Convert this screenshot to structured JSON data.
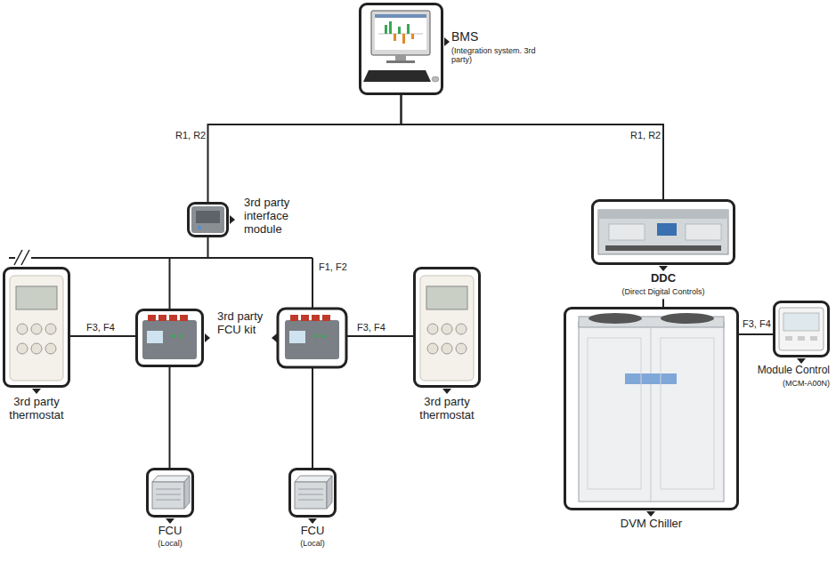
{
  "diagram": {
    "nodes": [
      {
        "text": [
          "BMS",
          "(Integration system. 3rd party)"
        ]
      },
      {
        "text": [
          "3rd party interface module"
        ]
      },
      {
        "text": [
          "DDC",
          "(Direct Digital Controls)"
        ]
      },
      {
        "text": [
          "3rd party thermostat"
        ]
      },
      {
        "text": [
          "3rd party FCU kit"
        ]
      },
      {
        "text": [
          "3rd party thermostat"
        ]
      },
      {
        "text": [
          "DVM Chiller"
        ]
      },
      {
        "text": [
          "Module Control",
          "(MCM-A00N)"
        ]
      },
      {
        "text": [
          "FCU",
          "(Local)"
        ]
      },
      {
        "text": [
          "FCU",
          "(Local)"
        ]
      }
    ],
    "edges": [
      {
        "from": 0,
        "to": 1,
        "arrow": "none",
        "label": "R1, R2"
      },
      {
        "from": 0,
        "to": 2,
        "arrow": "none",
        "label": "R1, R2"
      },
      {
        "from": 1,
        "to": 4,
        "arrow": "none"
      },
      {
        "from": 3,
        "to": 4,
        "arrow": "none",
        "label": "F3, F4"
      },
      {
        "from": 4,
        "to": 8,
        "arrow": "none"
      },
      {
        "from": 2,
        "to": 6,
        "arrow": "none"
      },
      {
        "from": 6,
        "to": 7,
        "arrow": "none",
        "label": "F3, F4"
      }
    ],
    "labels": [
      "F1, F2",
      "F3, F4"
    ]
  }
}
